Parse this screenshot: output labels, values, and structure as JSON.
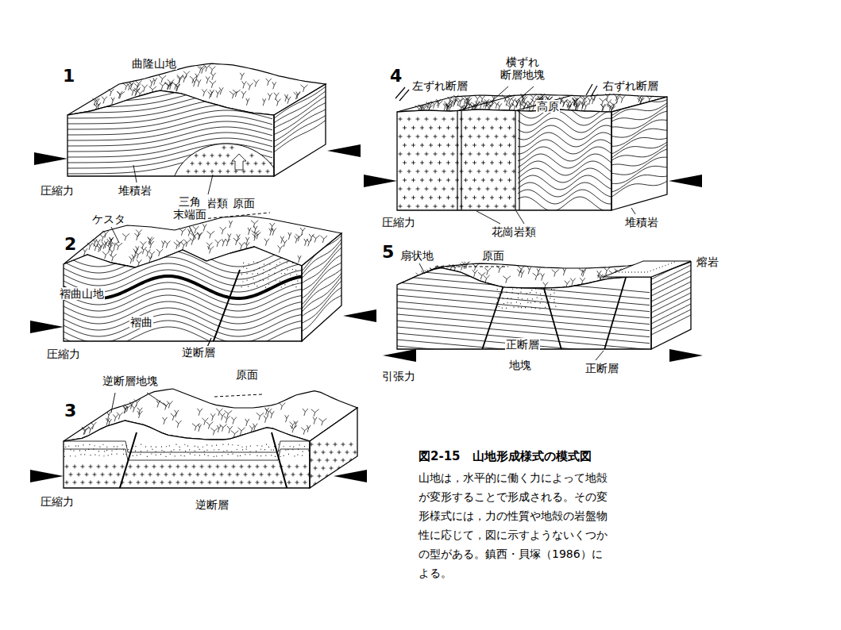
{
  "diagram": {
    "title": "図2-15　山地形成様式の模式図",
    "caption": "山地は，水平的に働く力によって地殻が変形することで形成される。その変形様式には，力の性質や地殻の岩盤物性に応じて，図に示すようないくつかの型がある。鎮西・貝塚（1986）による。",
    "labels": [
      "1",
      "曲隆山地",
      "圧縮力",
      "堆積岩",
      "花崗岩類",
      "2",
      "ケスタ",
      "三角 末端面",
      "原面",
      "褶曲山地",
      "褶曲",
      "逆断層",
      "圧縮力",
      "3",
      "逆断層地塊",
      "原面",
      "圧縮力",
      "逆断層",
      "4",
      "左ずれ断層",
      "横ずれ 断層地塊",
      "右ずれ断層",
      "高原",
      "圧縮力",
      "花崗岩類",
      "堆積岩",
      "5",
      "扇状地",
      "原面",
      "熔岩",
      "正断層",
      "地塊",
      "正断層",
      "引張力"
    ]
  }
}
